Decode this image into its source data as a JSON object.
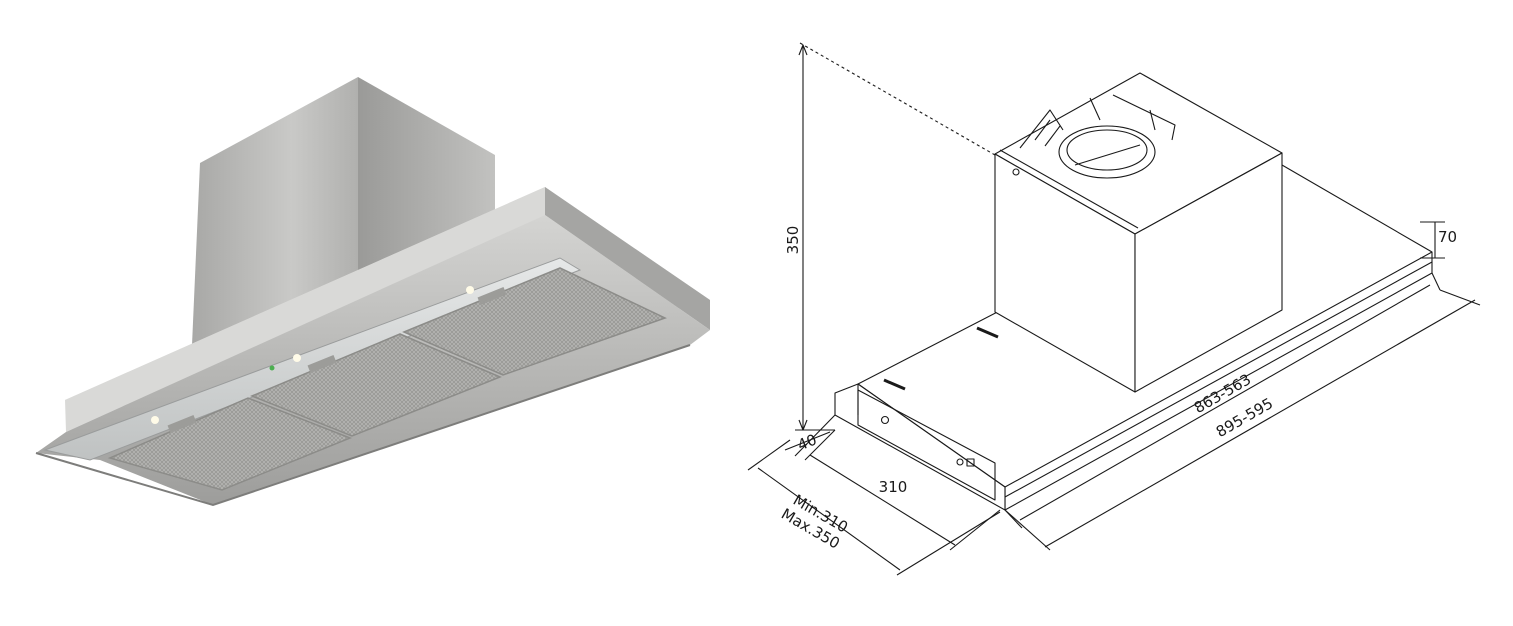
{
  "product_photo": {
    "subject": "stainless-steel cooker hood"
  },
  "drawing": {
    "dimensions": {
      "height_total": "350",
      "hood_height": "70",
      "inner_width": "863-563",
      "outer_width": "895-595",
      "front_lip": "40",
      "depth": "310",
      "chimney_min": "Min.310",
      "chimney_max": "Max.350"
    }
  },
  "colors": {
    "line": "#1a1a1a",
    "steel_light": "#e4e4e2",
    "steel_mid": "#b9b9b7",
    "steel_dark": "#8d8d8b",
    "filter": "#a9a9a6"
  }
}
